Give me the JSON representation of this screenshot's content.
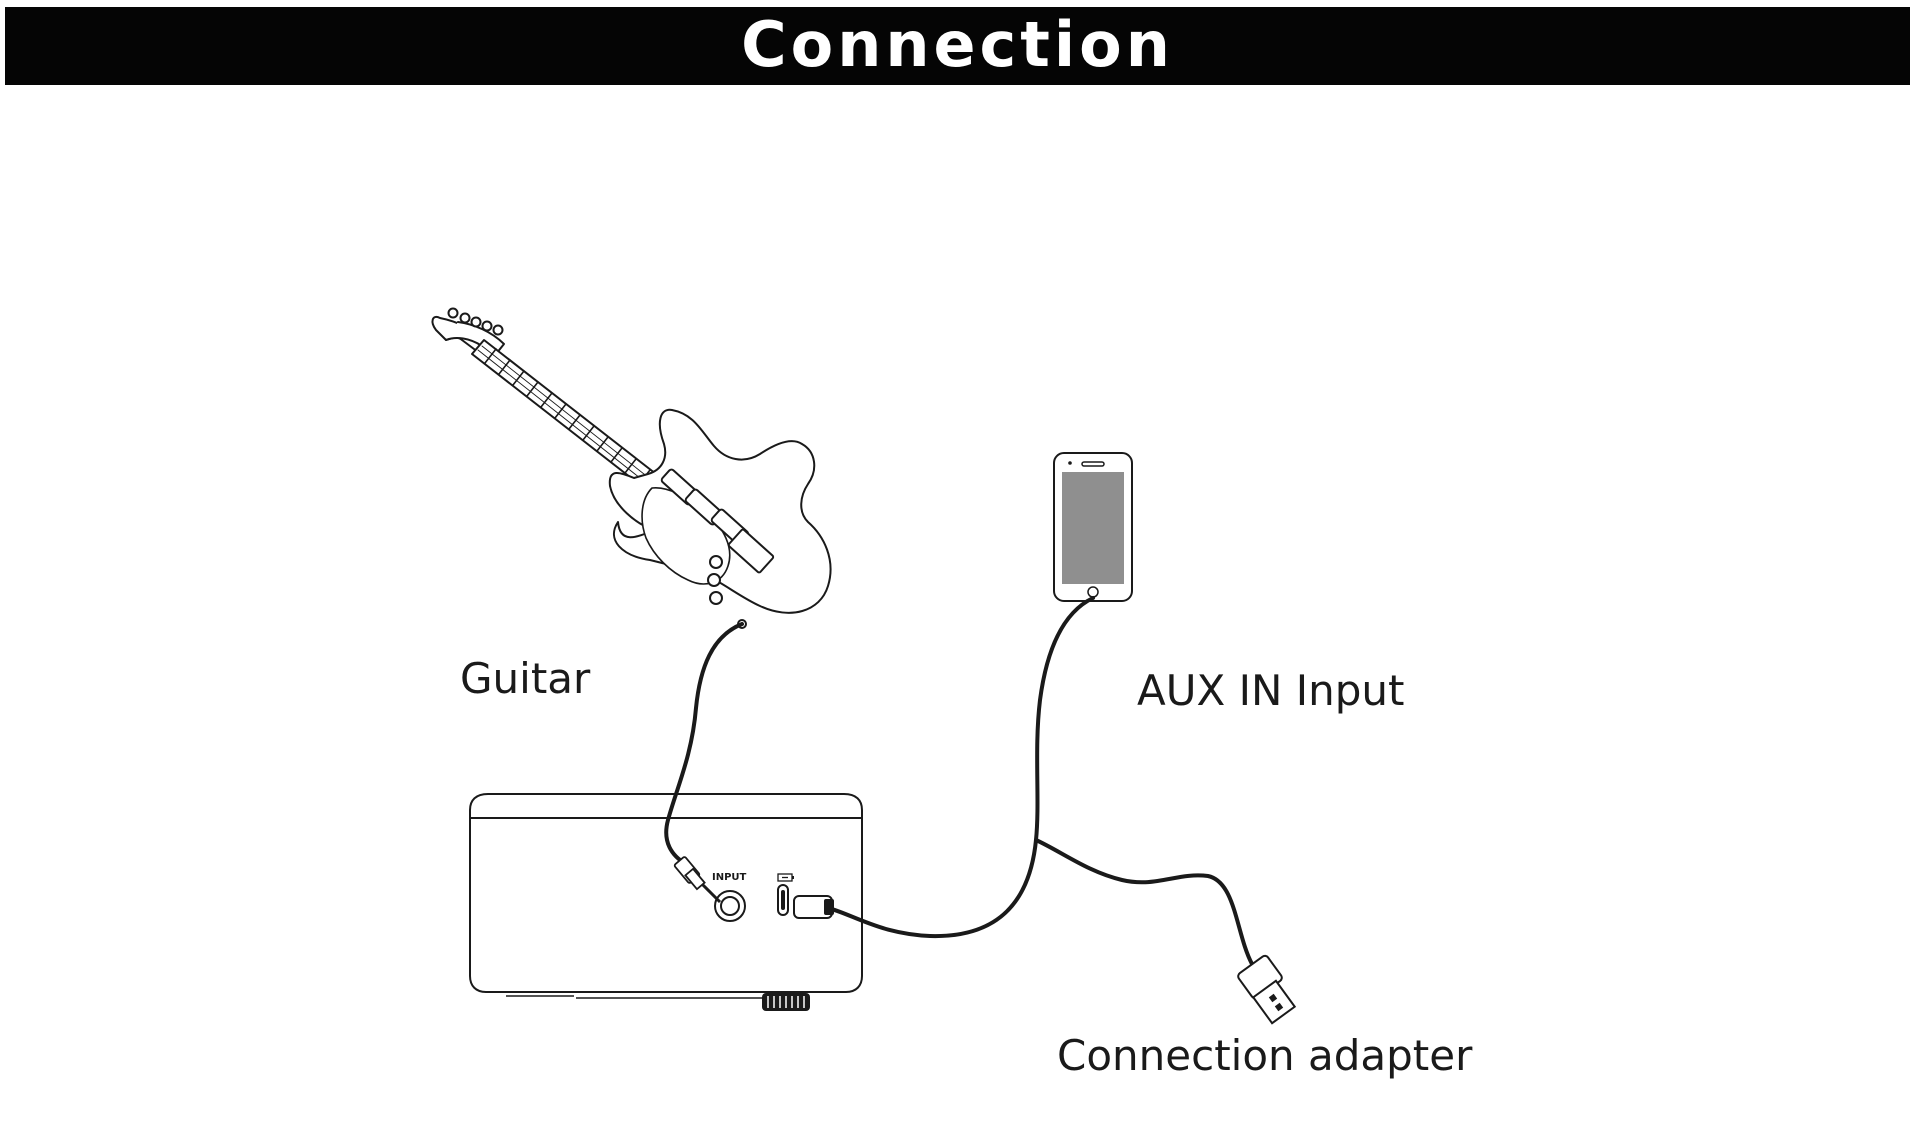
{
  "header": {
    "title": "Connection"
  },
  "labels": {
    "guitar": "Guitar",
    "aux_in": "AUX IN Input",
    "adapter": "Connection adapter"
  },
  "amp_panel": {
    "input_label": "INPUT"
  },
  "colors": {
    "title_bar": "#050505",
    "line": "#1a1a1a",
    "phone_screen": "#8f8f8f"
  }
}
